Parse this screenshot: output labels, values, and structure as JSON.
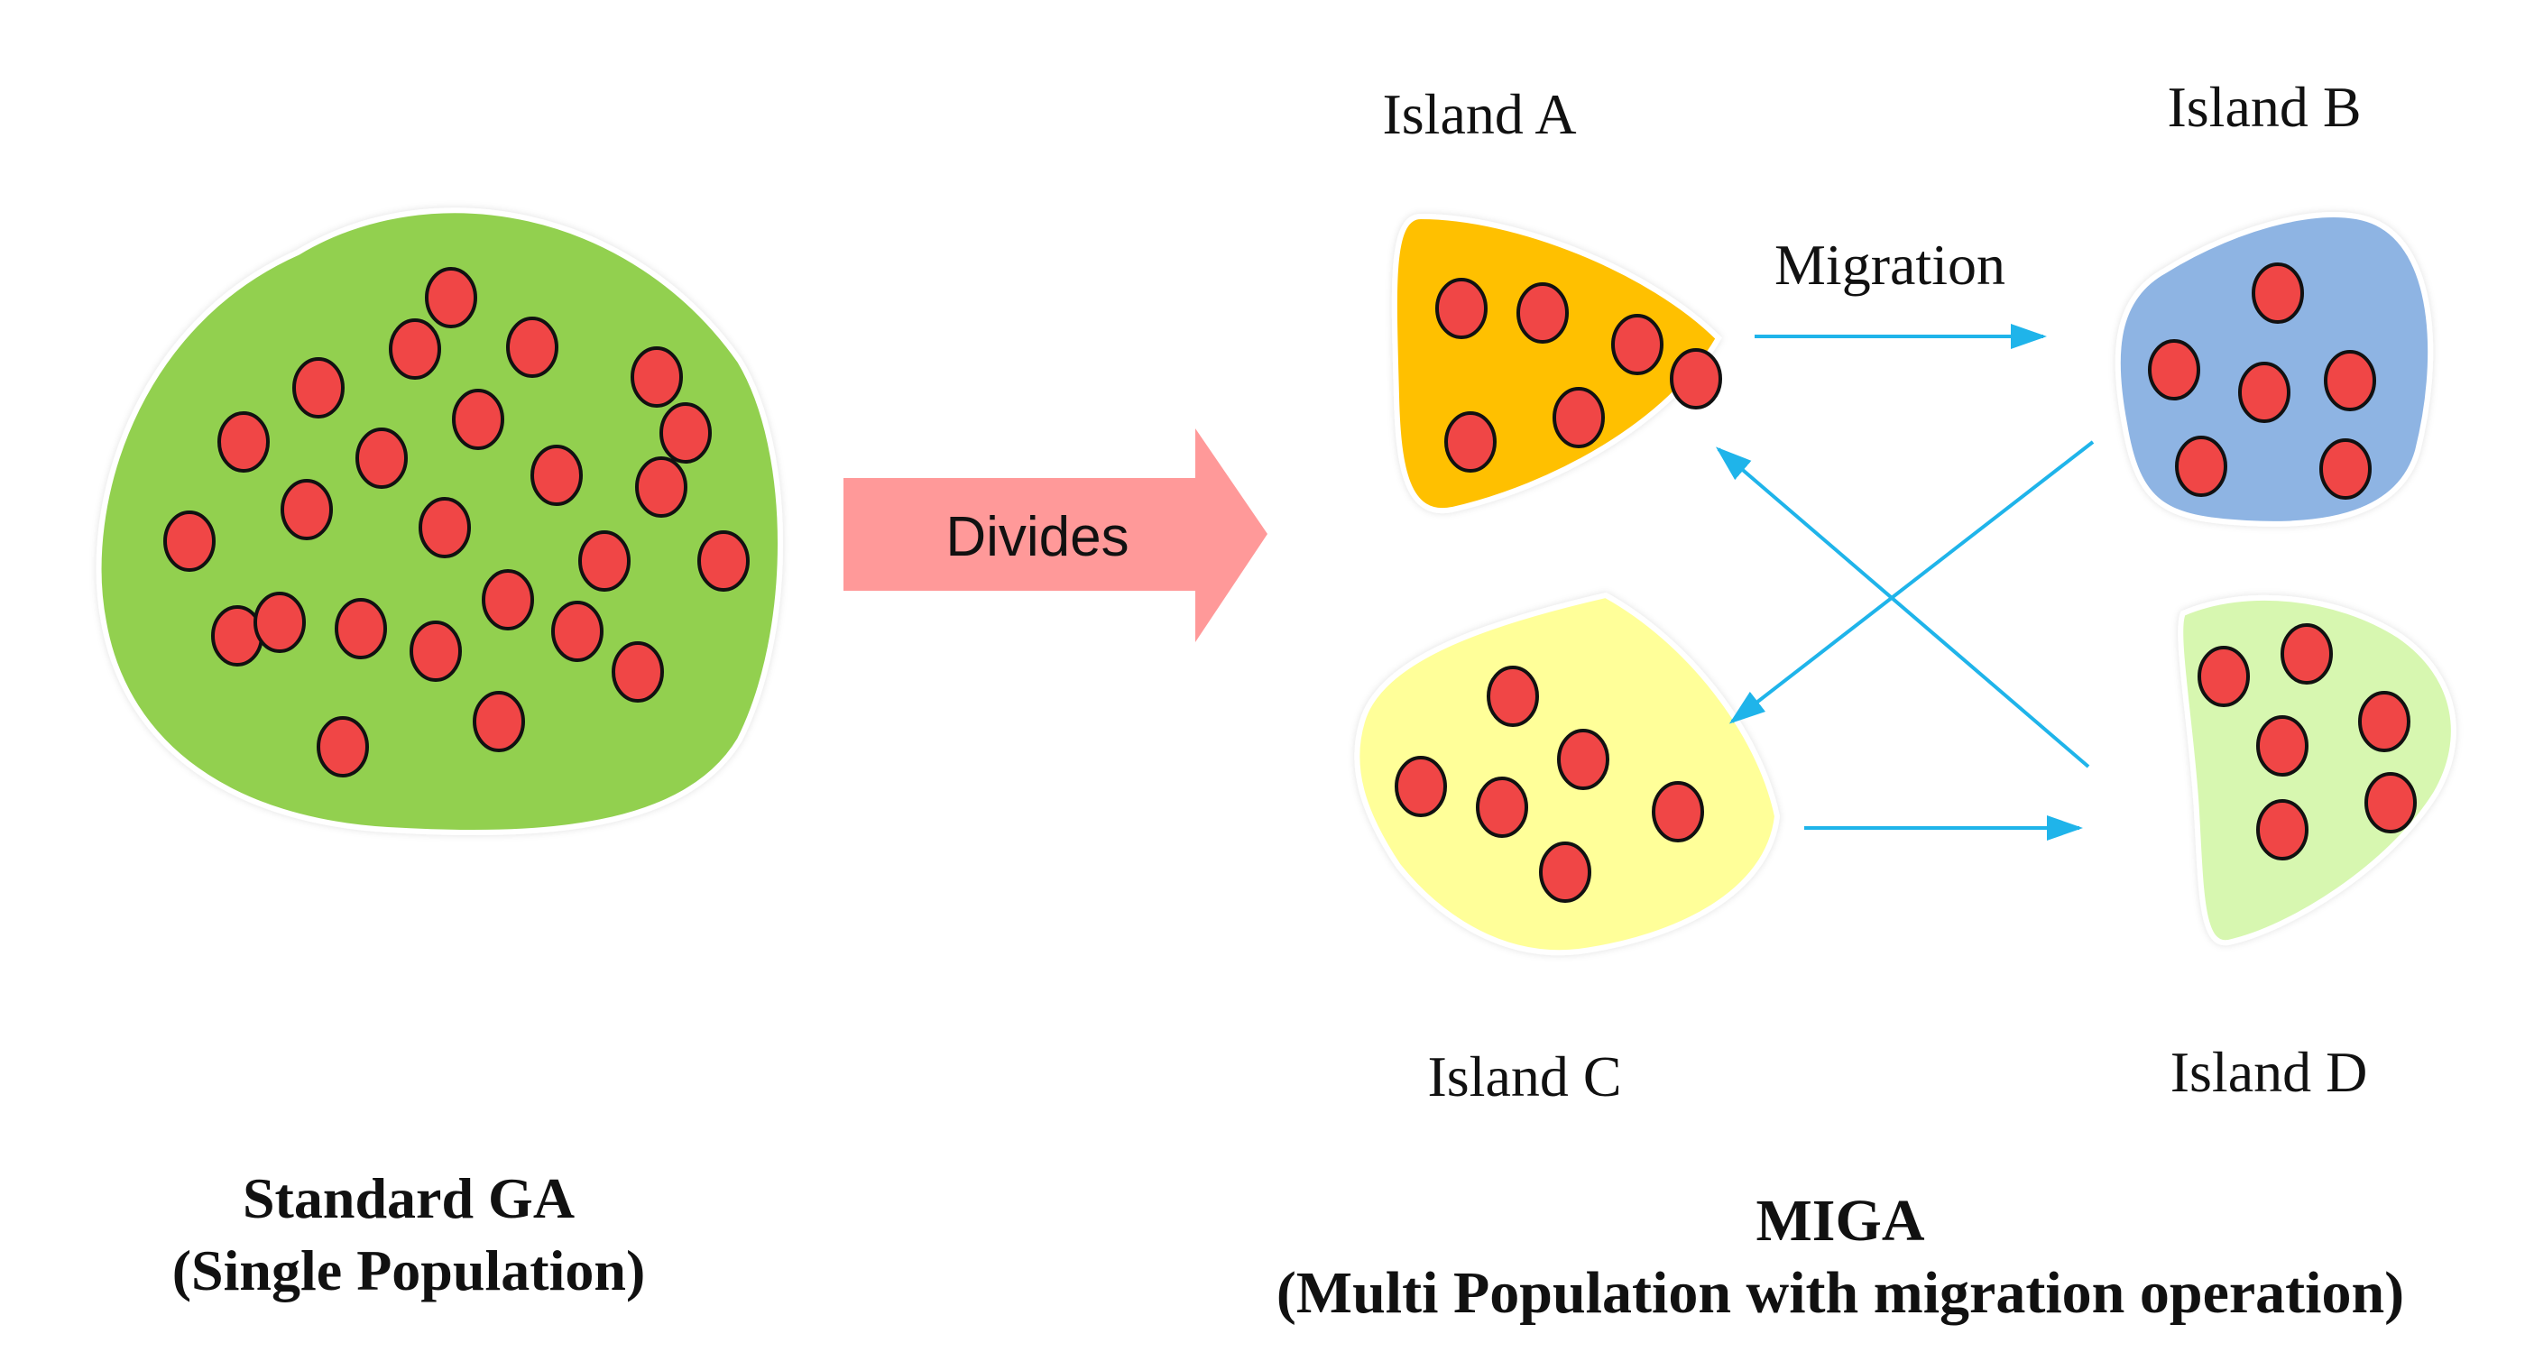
{
  "left_caption": {
    "line1": "Standard GA",
    "line2": "(Single  Population)"
  },
  "right_caption": {
    "line1": "MIGA",
    "line2": "(Multi Population with migration operation)"
  },
  "divides_label": "Divides",
  "migration_label": "Migration",
  "islands": {
    "a": "Island A",
    "b": "Island B",
    "c": "Island C",
    "d": "Island D"
  },
  "colors": {
    "single_population": "#92d050",
    "island_a": "#ffc000",
    "island_b": "#8eb4e3",
    "island_c": "#ffff99",
    "island_d": "#d7f7b0",
    "individual": "#f04646",
    "divides_arrow": "#ff9999",
    "migration_arrow": "#1fb4ea"
  },
  "individual_counts": {
    "single_population": 25,
    "island_a": 6,
    "island_b": 6,
    "island_c": 6,
    "island_d": 6
  }
}
